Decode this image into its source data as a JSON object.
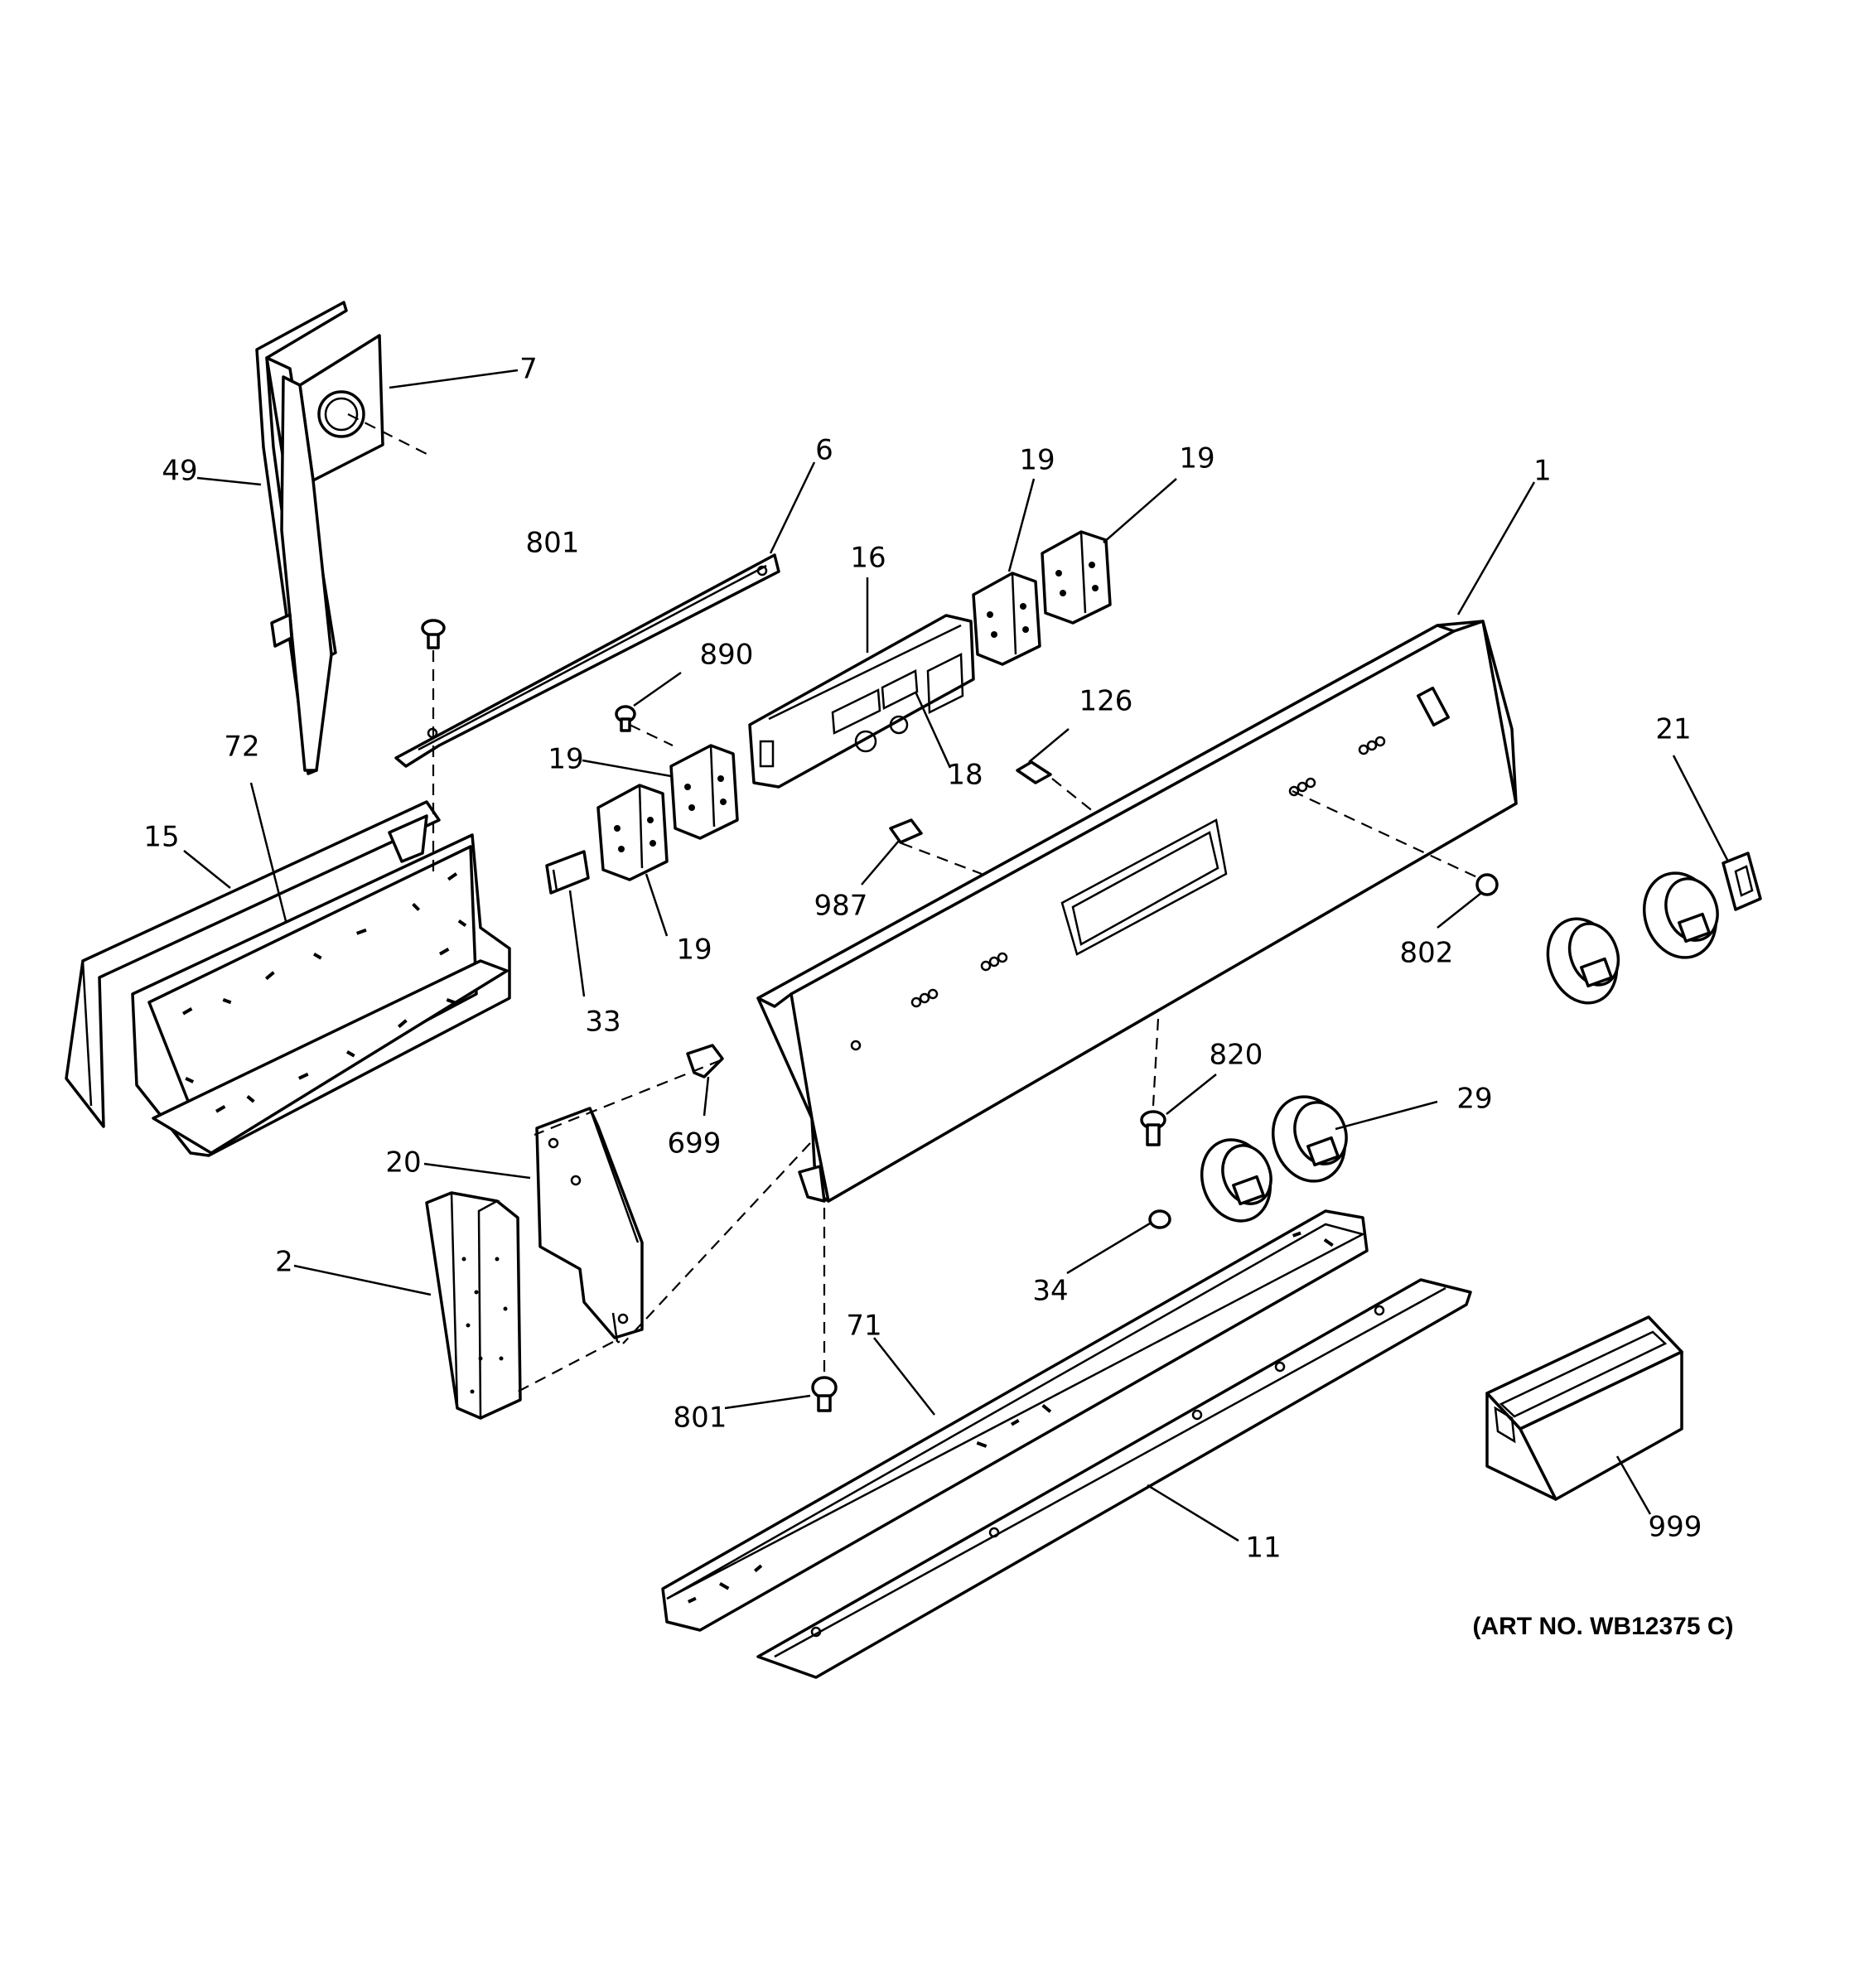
{
  "callouts": {
    "c1": "1",
    "c2": "2",
    "c6": "6",
    "c7": "7",
    "c11": "11",
    "c15": "15",
    "c16": "16",
    "c18": "18",
    "c19a": "19",
    "c19b": "19",
    "c19c": "19",
    "c19d": "19",
    "c20": "20",
    "c21": "21",
    "c29": "29",
    "c33": "33",
    "c34": "34",
    "c49": "49",
    "c71": "71",
    "c72": "72",
    "c126": "126",
    "c699": "699",
    "c801a": "801",
    "c801b": "801",
    "c802": "802",
    "c820": "820",
    "c890": "890",
    "c987": "987",
    "c999": "999"
  },
  "art_number": "(ART NO. WB12375 C)"
}
